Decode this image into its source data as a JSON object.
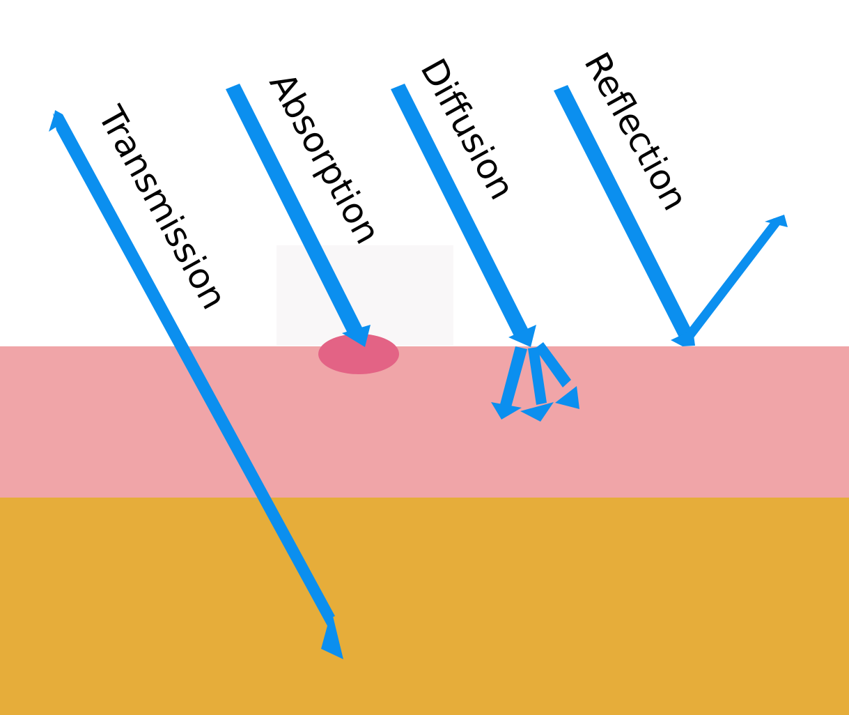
{
  "labels": {
    "transmission": "Transmission",
    "absorption": "Absorption",
    "diffusion": "Diffusion",
    "reflection": "Reflection"
  },
  "colors": {
    "background": "#ffffff",
    "arrow": "#0b8fef",
    "skin_layer": "#f0a5a8",
    "deep_layer": "#e6ad3a",
    "absorption_spot": "#e36385",
    "highlight_box": "#f9f7f8",
    "text": "#000000"
  }
}
